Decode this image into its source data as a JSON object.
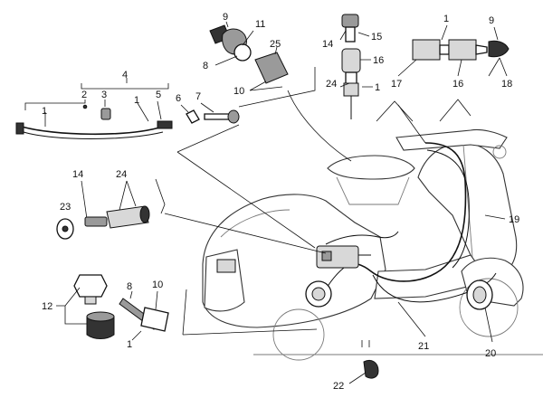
{
  "diagram": {
    "background": "#ffffff",
    "line_color": "#111111",
    "callouts": [
      {
        "id": "c9a",
        "text": "9"
      },
      {
        "id": "c11",
        "text": "11"
      },
      {
        "id": "c8a",
        "text": "8"
      },
      {
        "id": "c25",
        "text": "25"
      },
      {
        "id": "c10a",
        "text": "10"
      },
      {
        "id": "c4",
        "text": "4"
      },
      {
        "id": "c2",
        "text": "2"
      },
      {
        "id": "c3",
        "text": "3"
      },
      {
        "id": "c1a",
        "text": "1"
      },
      {
        "id": "c1b",
        "text": "1"
      },
      {
        "id": "c5",
        "text": "5"
      },
      {
        "id": "c6",
        "text": "6"
      },
      {
        "id": "c7",
        "text": "7"
      },
      {
        "id": "c14a",
        "text": "14"
      },
      {
        "id": "c15",
        "text": "15"
      },
      {
        "id": "c16a",
        "text": "16"
      },
      {
        "id": "c24a",
        "text": "24"
      },
      {
        "id": "c1c",
        "text": "1"
      },
      {
        "id": "c1d",
        "text": "1"
      },
      {
        "id": "c9b",
        "text": "9"
      },
      {
        "id": "c17",
        "text": "17"
      },
      {
        "id": "c16b",
        "text": "16"
      },
      {
        "id": "c18",
        "text": "18"
      },
      {
        "id": "c14b",
        "text": "14"
      },
      {
        "id": "c24b",
        "text": "24"
      },
      {
        "id": "c23",
        "text": "23"
      },
      {
        "id": "c19",
        "text": "19"
      },
      {
        "id": "c12",
        "text": "12"
      },
      {
        "id": "c8b",
        "text": "8"
      },
      {
        "id": "c10b",
        "text": "10"
      },
      {
        "id": "c1e",
        "text": "1"
      },
      {
        "id": "c21",
        "text": "21"
      },
      {
        "id": "c20",
        "text": "20"
      },
      {
        "id": "c22",
        "text": "22"
      }
    ]
  }
}
